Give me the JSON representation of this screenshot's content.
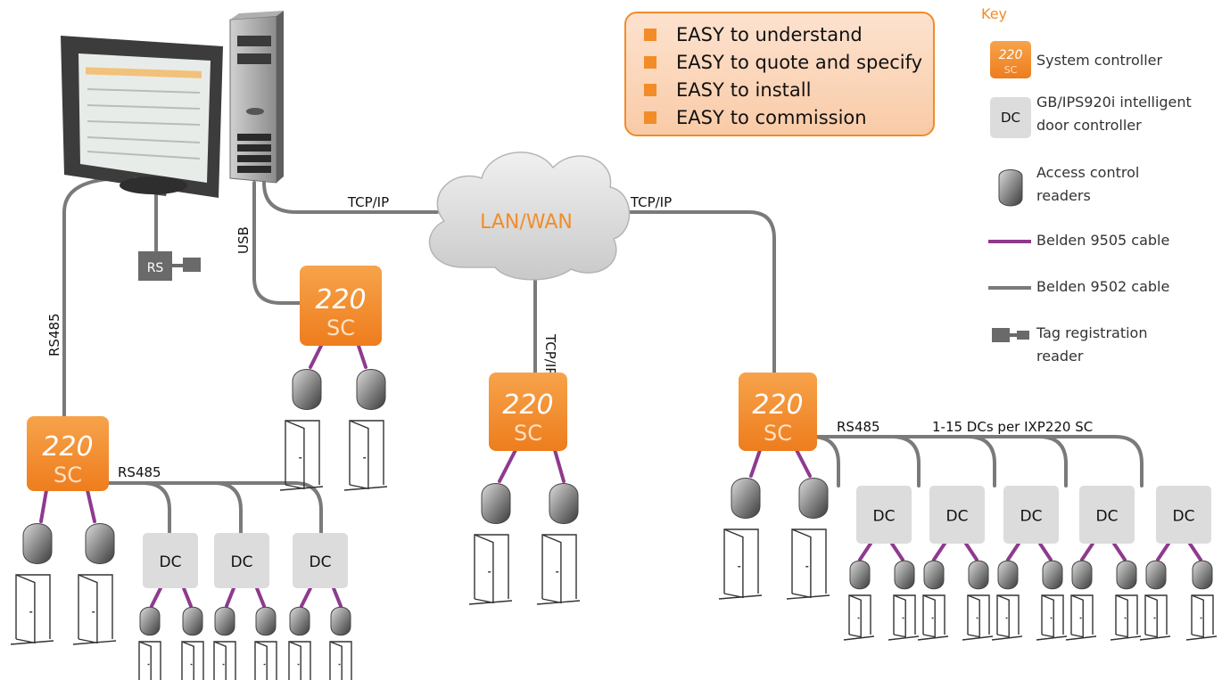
{
  "benefits": {
    "items": [
      {
        "strong": "EASY",
        "text": "to understand"
      },
      {
        "strong": "EASY",
        "text": "to quote and specify"
      },
      {
        "strong": "EASY",
        "text": "to install"
      },
      {
        "strong": "EASY",
        "text": "to commission"
      }
    ]
  },
  "key": {
    "title": "Key",
    "system_controller": "System controller",
    "door_controller_line1": "GB/IPS920i intelligent",
    "door_controller_line2": "door controller",
    "readers_line1": "Access control",
    "readers_line2": "readers",
    "cable_9505": "Belden 9505 cable",
    "cable_9502": "Belden 9502 cable",
    "tag_reader_line1": "Tag registration",
    "tag_reader_line2": "reader"
  },
  "network": {
    "cloud": "LAN/WAN",
    "tcpip": "TCP/IP",
    "usb": "USB",
    "rs485": "RS485",
    "rs": "RS",
    "dc_range": "1-15 DCs per IXP220 SC"
  },
  "device_labels": {
    "sc_top": "220",
    "sc_bottom": "SC",
    "dc": "DC"
  },
  "colors": {
    "orange": "#f28c28",
    "purple_cable": "#8e3a8e",
    "gray_cable": "#7a7a7a",
    "dc_box": "#dcdcdc"
  }
}
